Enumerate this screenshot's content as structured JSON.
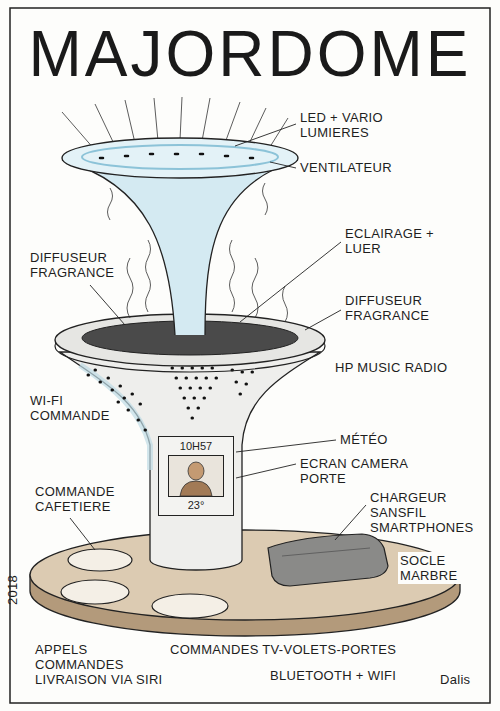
{
  "diagram": {
    "title": "MAJORDOME",
    "nodes": [
      {
        "text": [
          "10H57",
          "23°"
        ]
      }
    ],
    "labels": [
      "LED + VARIO LUMIERES",
      "VENTILATEUR",
      "DIFFUSEUR FRAGRANCE",
      "ECLAIRAGE + LUER",
      "DIFFUSEUR FRAGRANCE",
      "HP MUSIC RADIO",
      "WI-FI COMMANDE",
      "MÉTÉO",
      "ECRAN CAMERA PORTE",
      "COMMANDE CAFETIERE",
      "CHARGEUR SANSFIL SMARTPHONES",
      "SOCLE MARBRE",
      "2018",
      "APPELS COMMANDES LIVRAISON VIA SIRI",
      "COMMANDES TV-VOLETS-PORTES",
      "BLUETOOTH + WIFI",
      "Dalis"
    ]
  }
}
